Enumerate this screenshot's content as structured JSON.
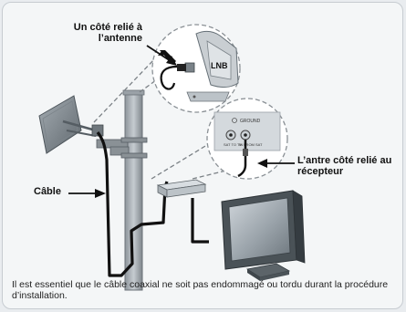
{
  "labels": {
    "antenna_side": "Un côté relié à l’antenne",
    "receiver_side": "L’antre côté relié au récepteur",
    "cable": "Câble"
  },
  "lnb_text": "LNB",
  "ground_text": "GROUND",
  "port_labels": [
    "SAT TO TV",
    "IN FROM SAT"
  ],
  "caption": "Il est essentiel que le câble coaxial ne soit pas endommagé ou tordu durant la procédure d’installation."
}
